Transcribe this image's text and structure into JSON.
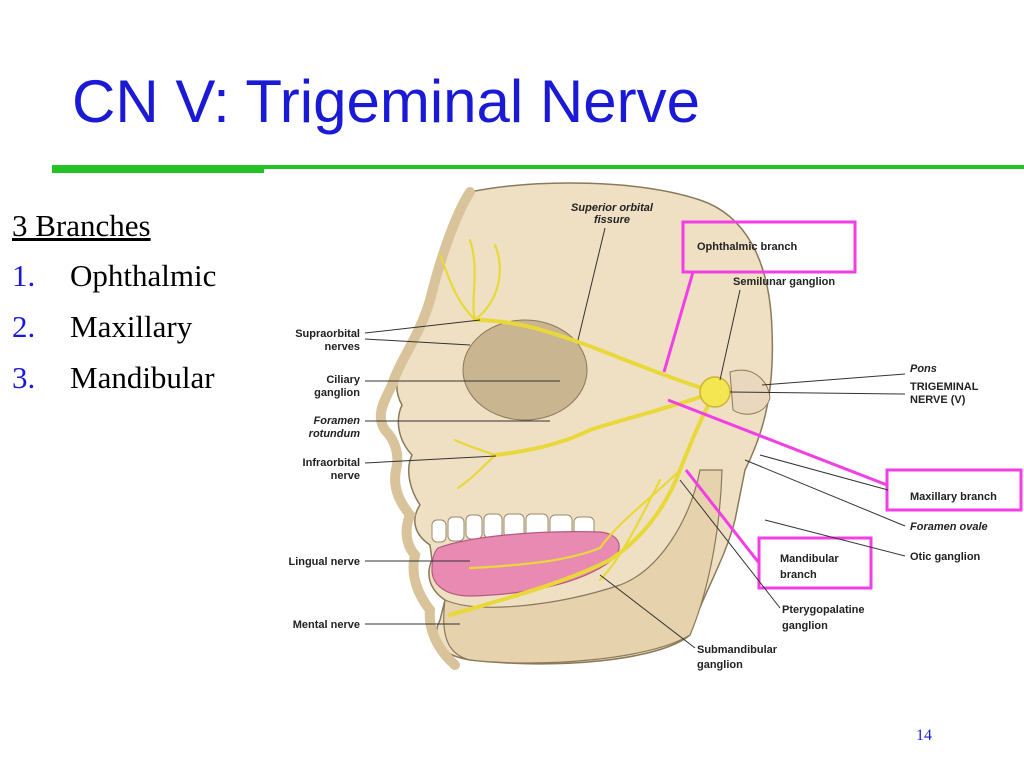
{
  "slide": {
    "title": "CN V: Trigeminal Nerve",
    "page_number": "14"
  },
  "branches": {
    "heading": "3 Branches",
    "items": [
      {
        "number": "1.",
        "label": "Ophthalmic"
      },
      {
        "number": "2.",
        "label": "Maxillary"
      },
      {
        "number": "3.",
        "label": "Mandibular"
      }
    ]
  },
  "figure": {
    "labels": {
      "superior_orbital_1": "Superior orbital",
      "superior_orbital_2": "fissure",
      "ophthalmic_branch": "Ophthalmic branch",
      "semilunar_ganglion": "Semilunar ganglion",
      "pons": "Pons",
      "trigeminal_1": "TRIGEMINAL",
      "trigeminal_2": "NERVE (V)",
      "supraorbital_1": "Supraorbital",
      "supraorbital_2": "nerves",
      "ciliary_1": "Ciliary",
      "ciliary_2": "ganglion",
      "foramen_rotundum_1": "Foramen",
      "foramen_rotundum_2": "rotundum",
      "infraorbital_1": "Infraorbital",
      "infraorbital_2": "nerve",
      "maxillary_branch": "Maxillary branch",
      "foramen_ovale": "Foramen ovale",
      "otic_ganglion": "Otic ganglion",
      "mandibular_branch_1": "Mandibular",
      "mandibular_branch_2": "branch",
      "lingual_nerve": "Lingual nerve",
      "pterygopalatine_1": "Pterygopalatine",
      "pterygopalatine_2": "ganglion",
      "mental_nerve": "Mental nerve",
      "submandibular_1": "Submandibular",
      "submandibular_2": "ganglion"
    },
    "colors": {
      "highlight": "#f23ee6",
      "nerve": "#e8d83a",
      "bone": "#efe0c4",
      "tongue": "#e98ab2"
    }
  },
  "colors": {
    "title": "#1a1ad6",
    "rule": "#22c322"
  }
}
